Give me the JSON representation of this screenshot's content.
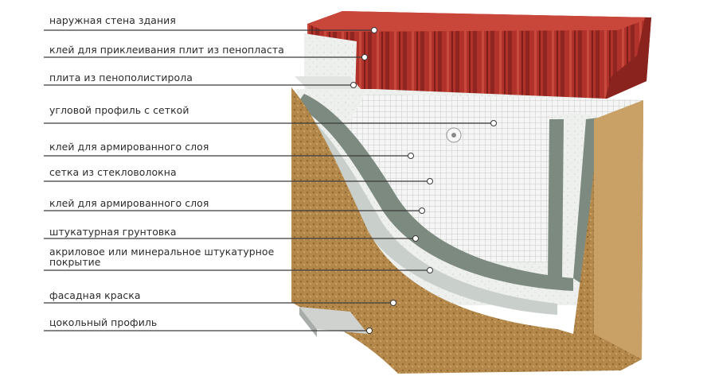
{
  "labels": [
    "наружная стена здания",
    "клей для приклеивания плит из пенопласта",
    "плита из пенополистирола",
    "угловой профиль с сеткой",
    "клей для армированного слоя",
    "сетка из стекловолокна",
    "клей для армированного слоя",
    "штукатурная грунтовка",
    "акриловое или минеральное штукатурное покрытие",
    "фасадная краска",
    "цокольный профиль"
  ],
  "colors": {
    "brick": "#b0322a",
    "brick_dark": "#7e1e18",
    "foam": "#eef0ee",
    "mesh": "#c8ccc8",
    "adhesive_gray": "#7d8a80",
    "primer": "#c9cfcb",
    "plaster": "#b58a4c",
    "leader": "#3a3a3a"
  }
}
